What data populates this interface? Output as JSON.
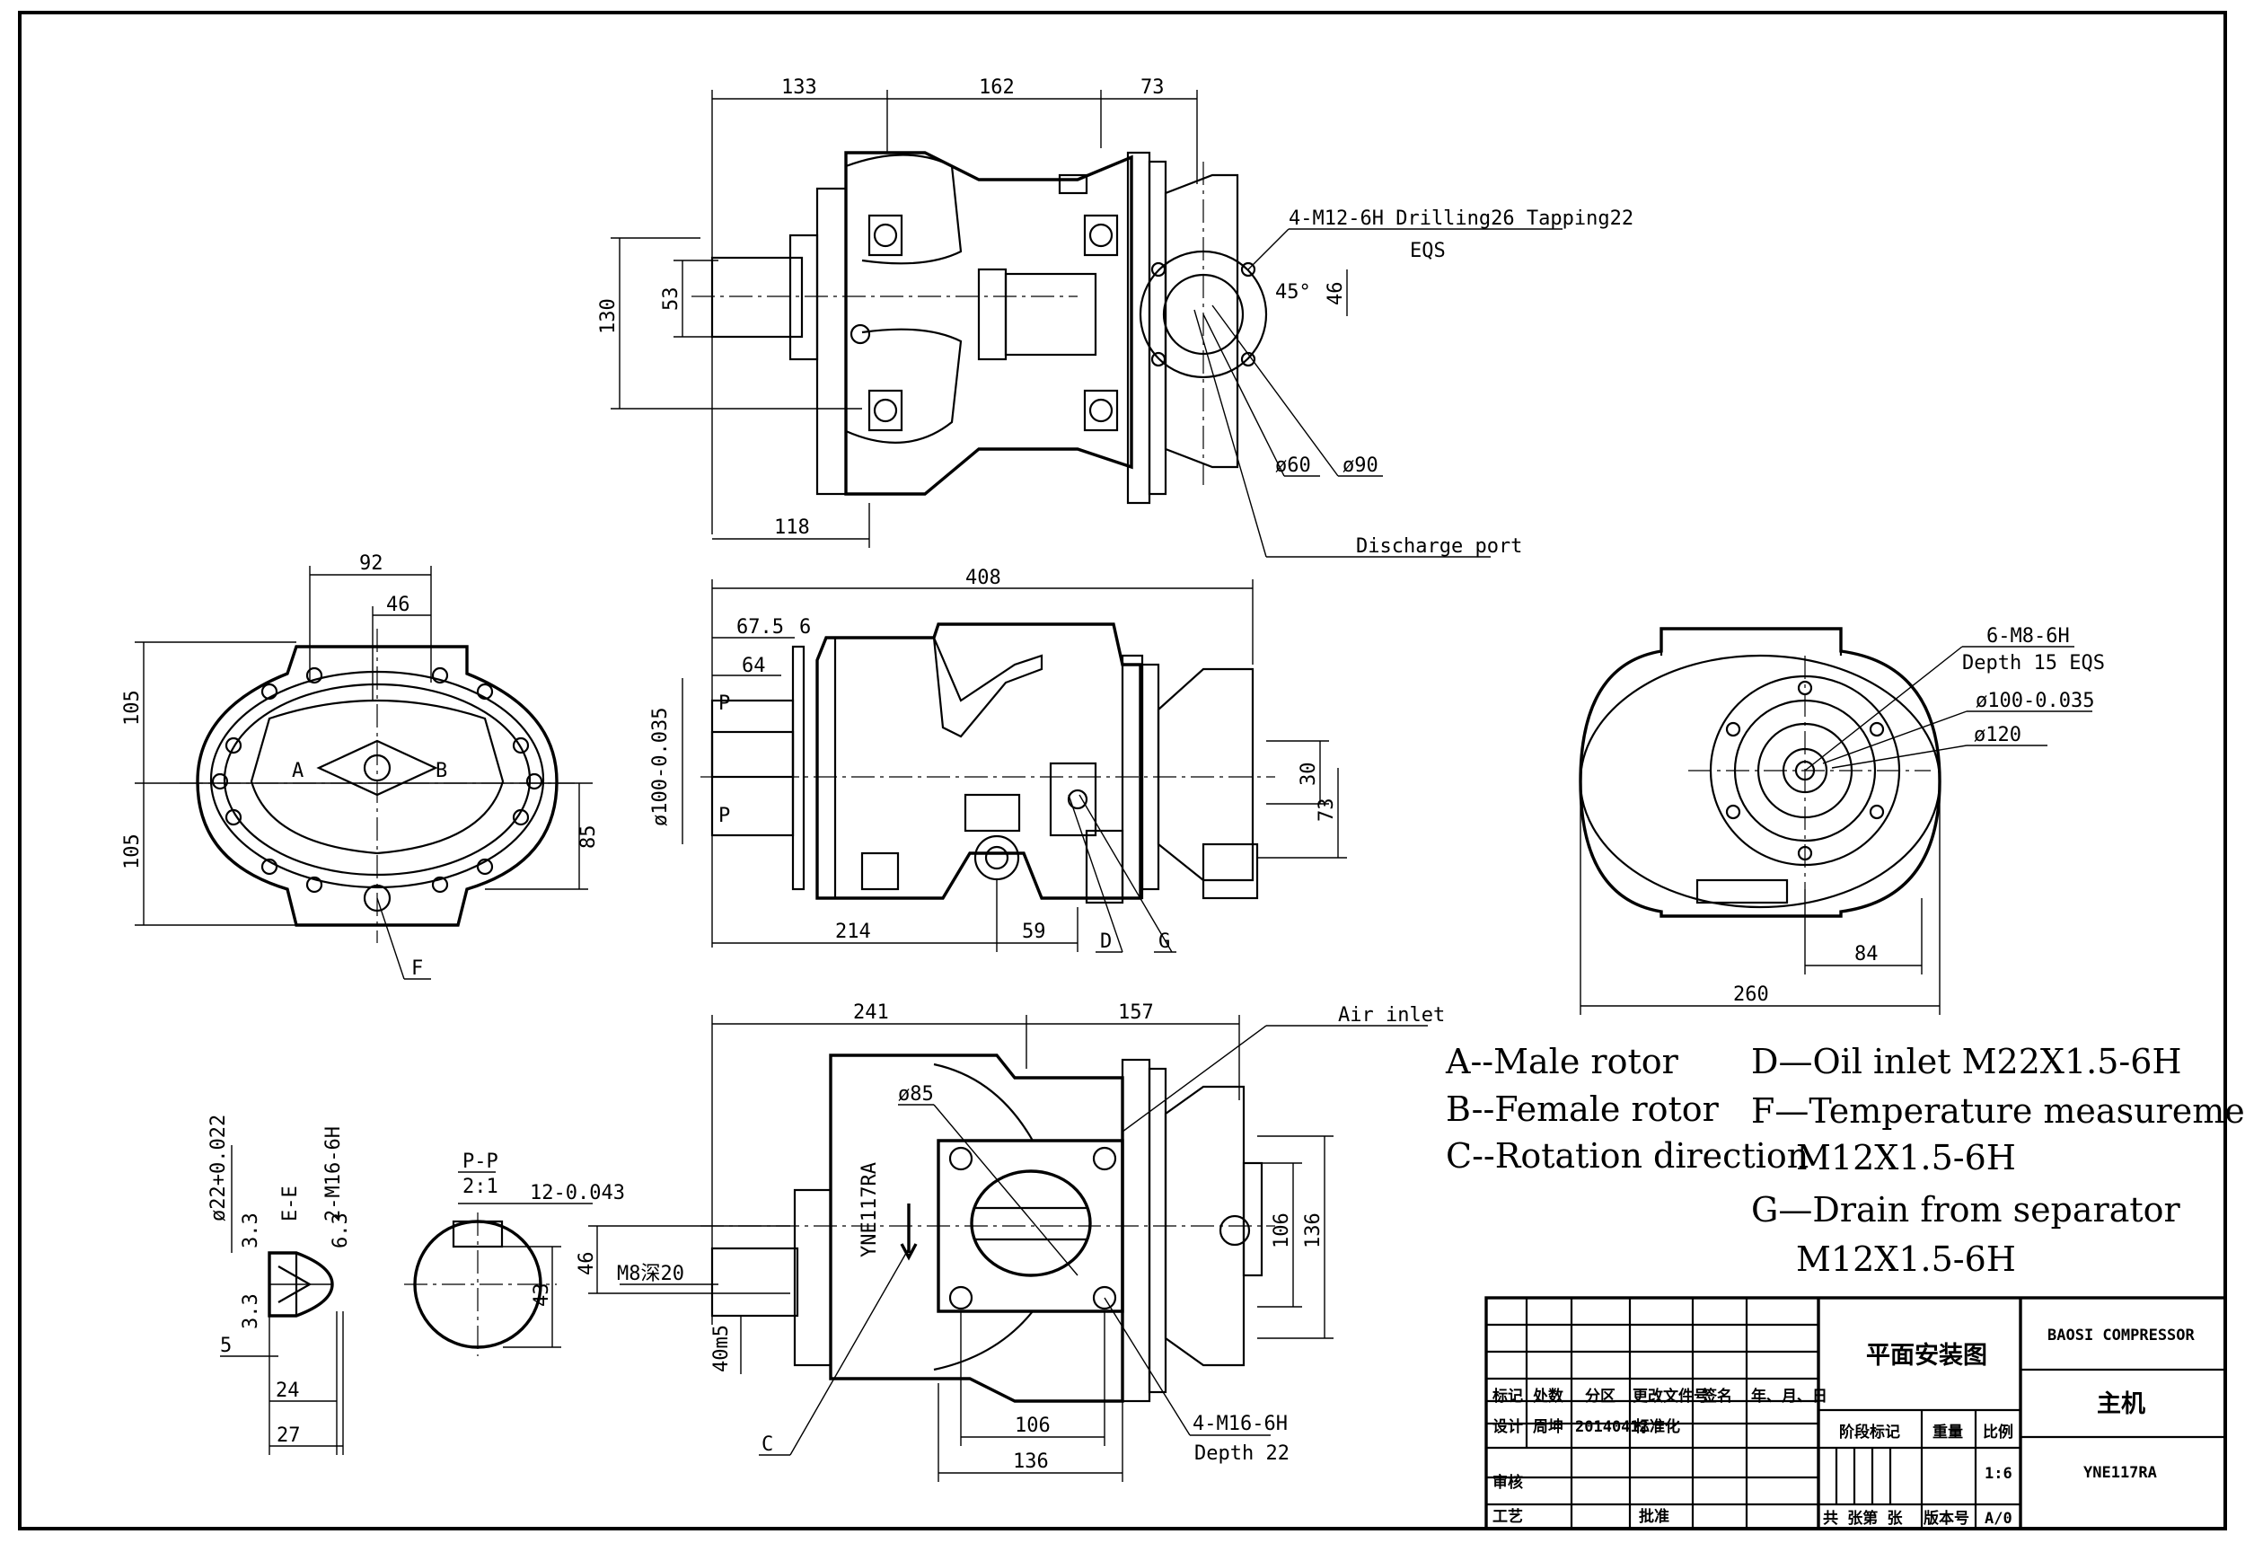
{
  "dimensions": {
    "top_133": "133",
    "top_162": "162",
    "top_73": "73",
    "top_130": "130",
    "top_53": "53",
    "top_118": "118",
    "top_46": "46",
    "top_45deg": "45°",
    "top_d60": "ø60",
    "top_d90": "ø90",
    "mid_408": "408",
    "mid_67_5": "67.5",
    "mid_6": "6",
    "mid_64": "64",
    "mid_d100": "ø100-0.035",
    "mid_30": "30",
    "mid_73": "73",
    "mid_214": "214",
    "mid_59": "59",
    "mid_p1": "P",
    "mid_p2": "P",
    "left_92": "92",
    "left_46": "46",
    "left_105a": "105",
    "left_105b": "105",
    "left_85": "85",
    "right_d100": "ø100-0.035",
    "right_d120": "ø120",
    "right_84": "84",
    "right_260": "260",
    "bot_241": "241",
    "bot_157": "157",
    "bot_d85": "ø85",
    "bot_106v": "106",
    "bot_136v": "136",
    "bot_46": "46",
    "bot_m8": "M8深20",
    "bot_40m5": "40m5",
    "bot_106h": "106",
    "bot_136h": "136",
    "det_d22": "ø22+0.022",
    "det_ee": "E-E",
    "det_2m16": "2-M16-6H",
    "det_5": "5",
    "det_24": "24",
    "det_27": "27",
    "det_pp": "P-P",
    "det_21": "2:1",
    "det_12": "12-0.043",
    "det_43": "43",
    "det_33a": "3.3",
    "det_33b": "3.3",
    "det_63": "6.3"
  },
  "callouts": {
    "m12": "4-M12-6H Drilling26 Tapping22",
    "m12_eqs": "EQS",
    "discharge": "Discharge port",
    "m8": "6-M8-6H",
    "m8_depth": "Depth 15 EQS",
    "air_inlet": "Air inlet",
    "m16": "4-M16-6H",
    "m16_depth": "Depth 22",
    "c": "C",
    "d": "D",
    "g": "G",
    "f": "F",
    "rotor_a": "A",
    "rotor_b": "B",
    "model_mark": "YNE117RA"
  },
  "legend": {
    "a": "A--Male rotor",
    "b": "B--Female rotor",
    "c": "C--Rotation direction",
    "d": "D—Oil inlet M22X1.5-6H",
    "f": "F—Temperature measurement point",
    "f2": "M12X1.5-6H",
    "g": "G—Drain from separator",
    "g2": "M12X1.5-6H"
  },
  "title_block": {
    "drawing_title": "平面安装图",
    "company": "BAOSI COMPRESSOR",
    "part_name": "主机",
    "model": "YNE117RA",
    "hdr_mark": "标记",
    "hdr_count": "处数",
    "hdr_zone": "分区",
    "hdr_docno": "更改文件号",
    "hdr_sign": "签名",
    "hdr_date": "年、月、日",
    "design": "设计",
    "designer": "周坤",
    "design_date": "20140412",
    "standardize": "标准化",
    "stage_mark": "阶段标记",
    "weight": "重量",
    "scale_label": "比例",
    "scale": "1:6",
    "review": "审核",
    "process": "工艺",
    "approve": "批准",
    "sheets": "共  张第  张",
    "version_label": "版本号",
    "version": "A/0"
  }
}
